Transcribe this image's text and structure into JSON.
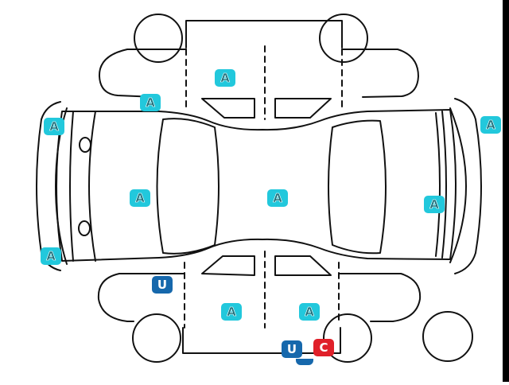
{
  "colors": {
    "a": "#22c8dc",
    "u": "#1668ac",
    "c": "#e0202a",
    "line": "#111111"
  },
  "marks": {
    "hood": "A",
    "front_left_fender": "A",
    "front_bumper_left": "A",
    "front_bumper_right": "A",
    "rear_bumper": "A",
    "roof_front": "A",
    "roof_center": "A",
    "roof_rear": "A",
    "rear_fender_left": "A",
    "rear_fender_right": "A",
    "dent_side": "U",
    "dent_bottom": "U",
    "corrosion_bottom": "C"
  }
}
